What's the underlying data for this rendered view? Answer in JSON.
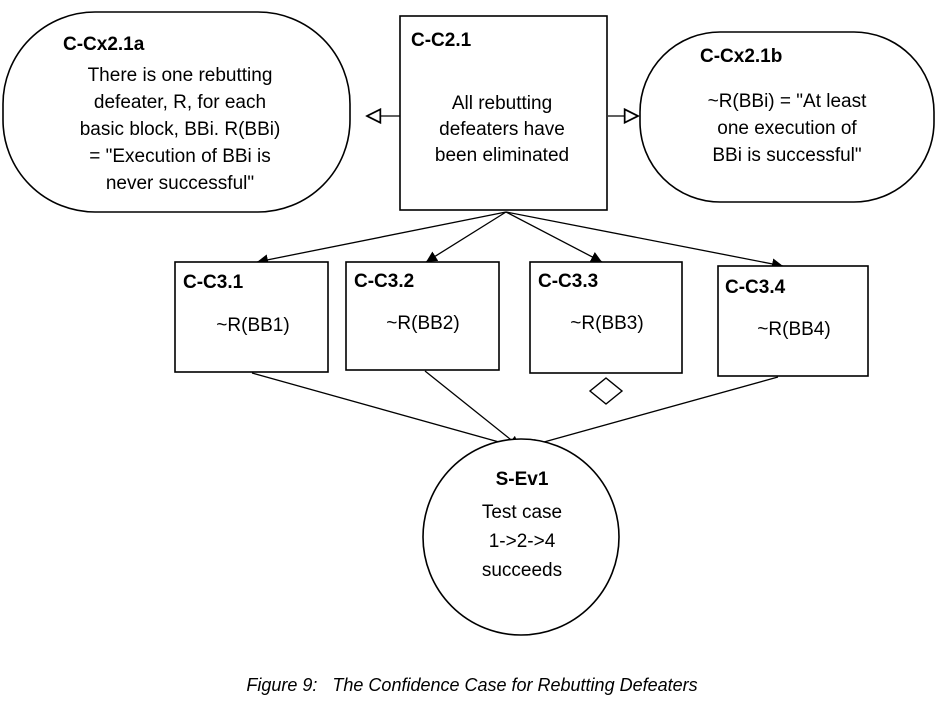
{
  "diagram": {
    "cx_a": {
      "id": "C-Cx2.1a",
      "lines": [
        "There is one rebutting",
        "defeater, R, for each",
        "basic block, BBi. R(BBi)",
        "= \"Execution of BBi is",
        "never successful\""
      ]
    },
    "claim": {
      "id": "C-C2.1",
      "lines": [
        "All rebutting",
        "defeaters have",
        "been eliminated"
      ]
    },
    "cx_b": {
      "id": "C-Cx2.1b",
      "lines": [
        "~R(BBi) = \"At least",
        "one execution of",
        "BBi is successful\""
      ]
    },
    "c1": {
      "id": "C-C3.1",
      "text": "~R(BB1)"
    },
    "c2": {
      "id": "C-C3.2",
      "text": "~R(BB2)"
    },
    "c3": {
      "id": "C-C3.3",
      "text": "~R(BB3)"
    },
    "c4": {
      "id": "C-C3.4",
      "text": "~R(BB4)"
    },
    "evidence": {
      "id": "S-Ev1",
      "lines": [
        "Test case",
        "1->2->4",
        "succeeds"
      ]
    }
  },
  "caption": "Figure 9:   The Confidence Case for Rebutting Defeaters"
}
